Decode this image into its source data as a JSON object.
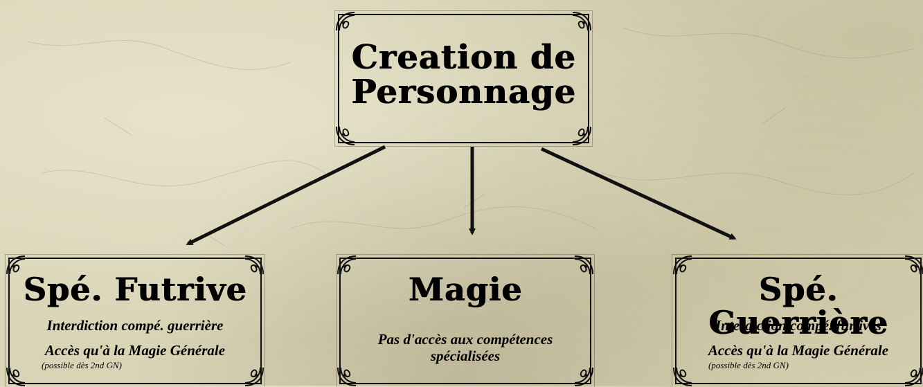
{
  "root": {
    "title_line1": "Creation de",
    "title_line2": "Personnage"
  },
  "branches": [
    {
      "title": "Spé. Futrive",
      "line1": "Interdiction compé. guerrière",
      "line2": "Accès qu'à la Magie Générale",
      "note": "(possible dès 2nd GN)"
    },
    {
      "title": "Magie",
      "line1": "Pas d'accès aux compétences",
      "line2": "spécialisées"
    },
    {
      "title": "Spé. Guerrière",
      "line1": "Interdiction compé. furtives",
      "line2": "Accès qu'à la Magie Générale",
      "note": "(possible dès 2nd GN)"
    }
  ],
  "colors": {
    "background": "#d9d4b6",
    "ink": "#111111"
  }
}
